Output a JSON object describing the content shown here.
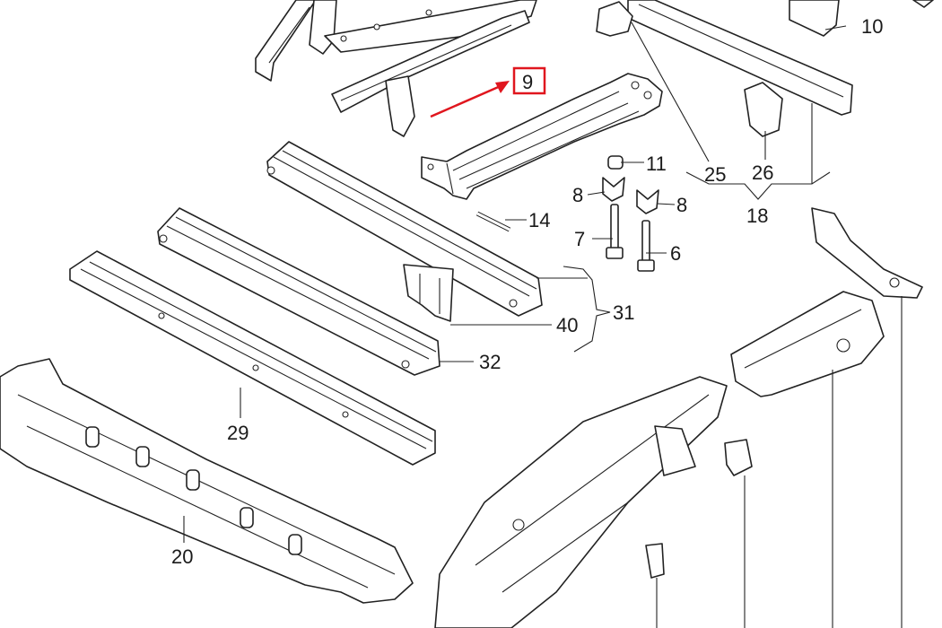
{
  "diagram": {
    "labels": {
      "p6": "6",
      "p7": "7",
      "p8a": "8",
      "p8b": "8",
      "p9": "9",
      "p10": "10",
      "p11": "11",
      "p14": "14",
      "p18": "18",
      "p20": "20",
      "p25": "25",
      "p26": "26",
      "p29": "29",
      "p31": "31",
      "p32": "32",
      "p40": "40"
    },
    "highlight_color": "#e0161e",
    "line_color": "#222222"
  }
}
